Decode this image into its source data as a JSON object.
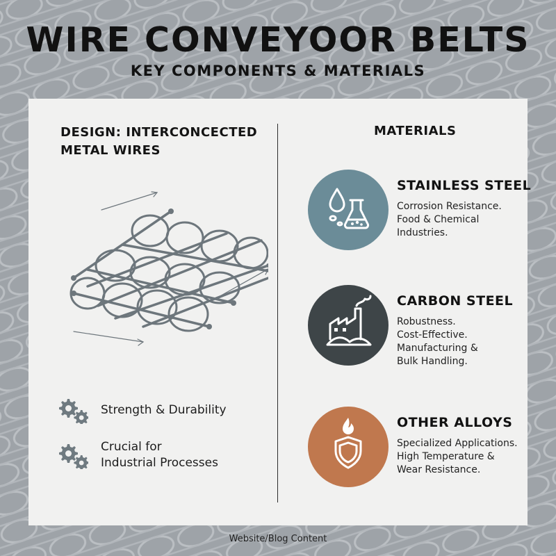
{
  "header": {
    "title": "WIRE CONVEYOOR BELTS",
    "subtitle": "KEY COMPONENTS & MATERIALS"
  },
  "design": {
    "heading_line1": "DESIGN: INTERCONCECTED",
    "heading_line2": "METAL WIRES",
    "features": [
      {
        "lines": [
          "Strength & Durability"
        ],
        "icon": "gears-icon"
      },
      {
        "lines": [
          "Crucial for",
          "Industrial Processes"
        ],
        "icon": "gears-icon"
      }
    ]
  },
  "materials": {
    "heading": "MATERIALS",
    "items": [
      {
        "title": "STAINLESS STEEL",
        "lines": [
          "Corrosion Resistance.",
          "Food & Chemical",
          "Industries."
        ],
        "color": "#6b8c98",
        "icon": "droplet-flask-icon"
      },
      {
        "title": "CARBON STEEL",
        "lines": [
          "Robustness.",
          "Cost-Effective.",
          "Manufacturing &",
          "Bulk Handling."
        ],
        "color": "#3e4548",
        "icon": "factory-icon"
      },
      {
        "title": "OTHER ALLOYS",
        "lines": [
          "Specialized Applications.",
          "High Temperature &",
          "Wear Resistance."
        ],
        "color": "#c0784e",
        "icon": "flame-shield-icon"
      }
    ]
  },
  "footer": {
    "text": "Website/Blog Content"
  },
  "colors": {
    "background": "#9ea3a8",
    "panel": "#f1f1f0",
    "icon_gray": "#6f7a80"
  }
}
